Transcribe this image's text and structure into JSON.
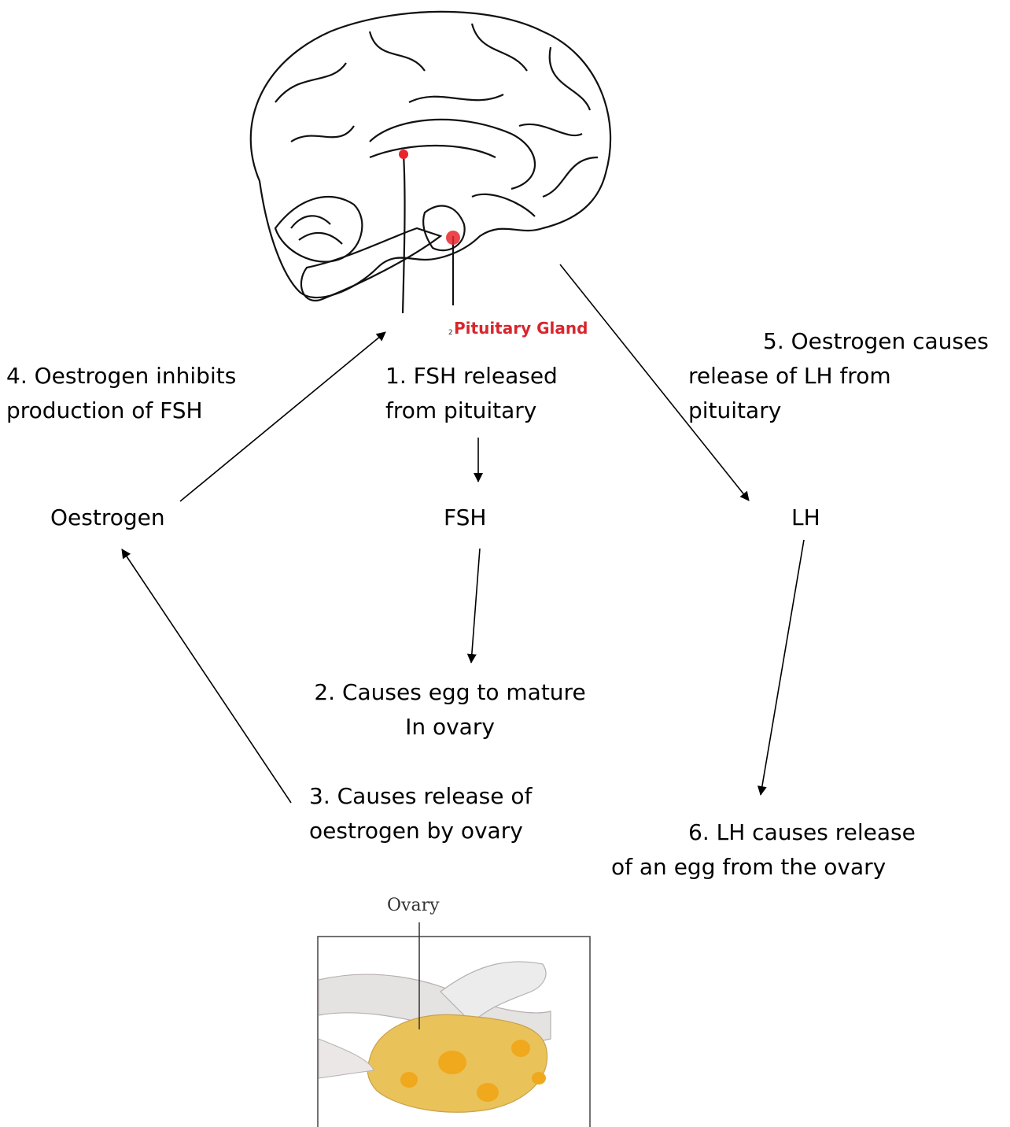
{
  "brain": {
    "icon": "brain-icon",
    "pituitary_label": "Pituitary Gland",
    "label_prefix": "2",
    "marker_color": "#e8262c"
  },
  "ovary": {
    "icon": "ovary-icon",
    "label": "Ovary",
    "tissue_color": "#e9c25a",
    "follicle_color": "#f0a81c"
  },
  "labels": {
    "step1_line1": "1. FSH released",
    "step1_line2": "from pituitary",
    "step2_line1": "2. Causes egg to mature",
    "step2_line2": "In ovary",
    "step3_line1": "3. Causes release of",
    "step3_line2": "oestrogen by ovary",
    "step4_line1": "4. Oestrogen inhibits",
    "step4_line2": "production of FSH",
    "step5_line1": "5. Oestrogen causes",
    "step5_line2": "release of LH from",
    "step5_line3": "pituitary",
    "step6_line1": "6. LH causes release",
    "step6_line2": "of an egg from the ovary",
    "fsh": "FSH",
    "lh": "LH",
    "oestrogen": "Oestrogen"
  }
}
